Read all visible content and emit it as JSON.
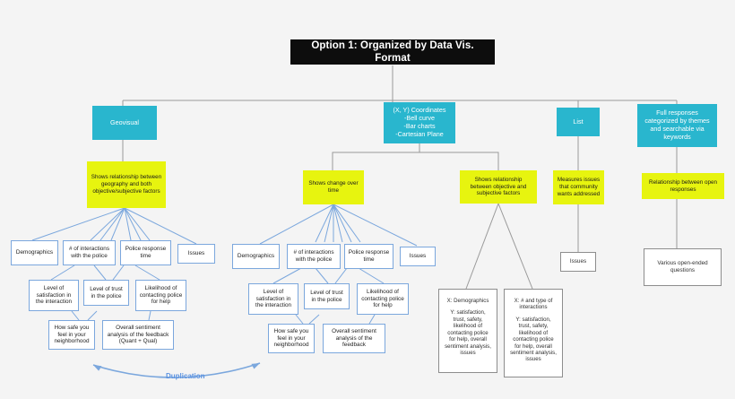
{
  "diagram": {
    "title": "Option 1: Organized by Data Vis. Format",
    "type": "tree-diagram",
    "colors": {
      "root_fill": "#0d0d0d",
      "root_text": "#ffffff",
      "level1_fill": "#29b6ce",
      "level2_fill": "#e7f40f",
      "leaf_border_blue": "#7ba7dd",
      "leaf_border_gray": "#8d8d8d",
      "canvas": "#f4f4f4",
      "annotation": "#5b92e0"
    },
    "level1": [
      {
        "label": "Geovisual"
      },
      {
        "label": "(X, Y) Coordinates\n-Bell curve\n-Bar charts\n-Cartesian Plane"
      },
      {
        "label": "List"
      },
      {
        "label": "Full responses categorized by themes and searchable via keywords"
      }
    ],
    "level2": [
      {
        "label": "Shows relationship between geography and both objective/subjective factors"
      },
      {
        "label": "Shows change over time"
      },
      {
        "label": "Shows relationship between objective and subjective factors"
      },
      {
        "label": "Measures issues that community wants addressed"
      },
      {
        "label": "Relationship between open responses"
      }
    ],
    "geovisual_branch": {
      "row1": [
        {
          "label": "Demographics"
        },
        {
          "label": "# of interactions with the police"
        },
        {
          "label": "Police response time"
        },
        {
          "label": "Issues"
        }
      ],
      "row2": [
        {
          "label": "Level of satisfaction in the interaction"
        },
        {
          "label": "Level of trust in the police"
        },
        {
          "label": "Likelihood of contacting police for help"
        }
      ],
      "row3": [
        {
          "label": "How safe you feel in your neighborhood"
        },
        {
          "label": "Overall sentiment analysis of the feedback (Quant + Qual)"
        }
      ]
    },
    "timeseries_branch": {
      "row1": [
        {
          "label": "Demographics"
        },
        {
          "label": "# of interactions with the police"
        },
        {
          "label": "Police response time"
        },
        {
          "label": "Issues"
        }
      ],
      "row2": [
        {
          "label": "Level of satisfaction in the interaction"
        },
        {
          "label": "Level of trust in the police"
        },
        {
          "label": "Likelihood of contacting police for help"
        }
      ],
      "row3": [
        {
          "label": "How safe you feel in your neighborhood"
        },
        {
          "label": "Overall sentiment analysis of the feedback"
        }
      ]
    },
    "scatter_branch": [
      {
        "x_label": "X: Demographics",
        "y_label": "Y: satisfaction, trust, safety, likelihood of contacting police for help, overall sentiment analysis, issues"
      },
      {
        "x_label": "X: # and type of interactions",
        "y_label": "Y: satisfaction, trust, safety, likelihood of contacting police for help, overall sentiment analysis, issues"
      }
    ],
    "list_branch": [
      {
        "label": "Issues"
      }
    ],
    "openresponse_branch": [
      {
        "label": "Various open-ended questions"
      }
    ],
    "annotations": [
      {
        "label": "Duplication"
      }
    ]
  }
}
